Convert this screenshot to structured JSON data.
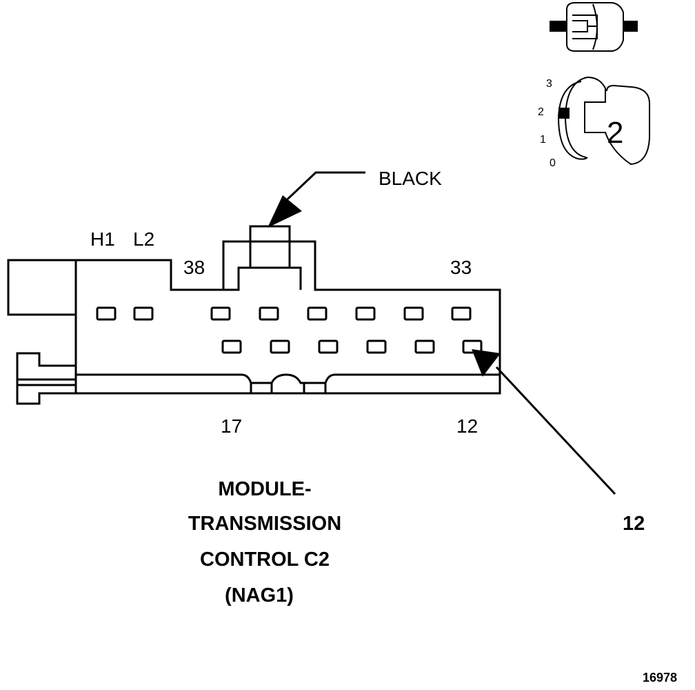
{
  "callouts": {
    "color_label": "BLACK",
    "cavity_callout": "12"
  },
  "pin_labels": {
    "h1": "H1",
    "l2": "L2",
    "p38": "38",
    "p33": "33",
    "p17": "17",
    "p12": "12"
  },
  "key_indicator": {
    "positions": [
      "3",
      "2",
      "1",
      "0"
    ],
    "key_number": "2"
  },
  "title_lines": [
    "MODULE-",
    "TRANSMISSION",
    "CONTROL C2",
    "(NAG1)"
  ],
  "figure_number": "16978"
}
